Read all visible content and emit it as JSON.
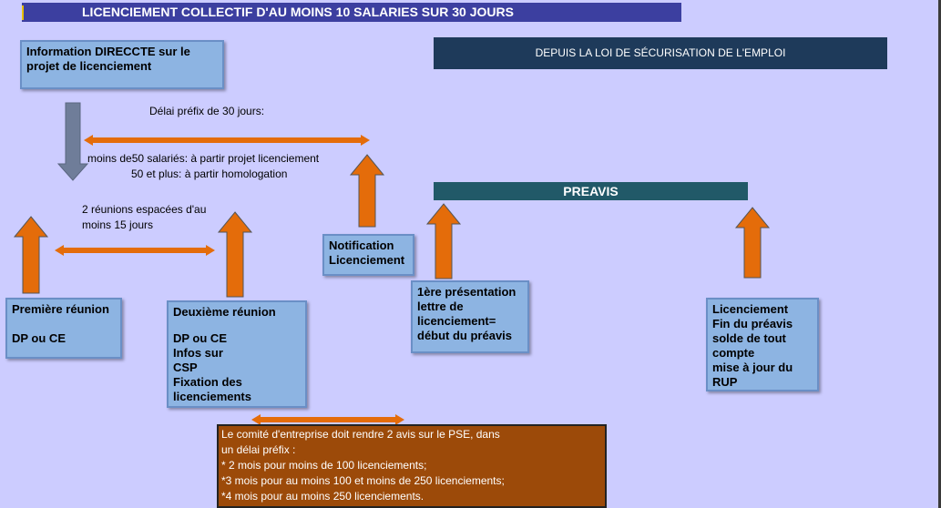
{
  "title": "LICENCIEMENT COLLECTIF D'AU MOINS 10 SALARIES SUR 30 JOURS",
  "loi_banner": "DEPUIS LA LOI DE SÉCURISATION DE L'EMPLOI",
  "preavis_banner": "PREAVIS",
  "boxes": {
    "information": [
      "Information DIRECCTE  sur le",
      "projet de licenciement"
    ],
    "premiere_reunion": [
      "Première réunion",
      "",
      "DP ou CE"
    ],
    "deuxieme_reunion": [
      "Deuxième réunion",
      "",
      "DP ou CE",
      "Infos sur",
      "CSP",
      "Fixation des",
      "licenciements"
    ],
    "notification": [
      "Notification",
      "Licenciement"
    ],
    "presentation": [
      "1ère présentation",
      "lettre de",
      "licenciement=",
      "début du préavis"
    ],
    "licenciement": [
      "Licenciement",
      "Fin du préavis",
      "solde de tout",
      "compte",
      "mise à jour du",
      "RUP"
    ]
  },
  "labels": {
    "delai_prefix": "Délai préfix de 30 jours:",
    "moins50": "moins de50 salariés: à partir projet licenciement",
    "plus50": "50 et plus: à partir homologation",
    "reunions": [
      "2 réunions espacées d'au",
      "moins 15 jours"
    ]
  },
  "note": [
    "Le comité d'entreprise doit rendre 2 avis sur le PSE, dans",
    "un délai préfix :",
    "* 2 mois pour moins de 100 licenciements;",
    "*3 mois pour au moins 100 et moins de 250 licenciements;",
    "*4 mois pour au moins  250 licenciements."
  ],
  "colors": {
    "background": "#ccccff",
    "arrow": "#e46c0a",
    "box": "#8db4e2",
    "note": "#9c4a09"
  }
}
